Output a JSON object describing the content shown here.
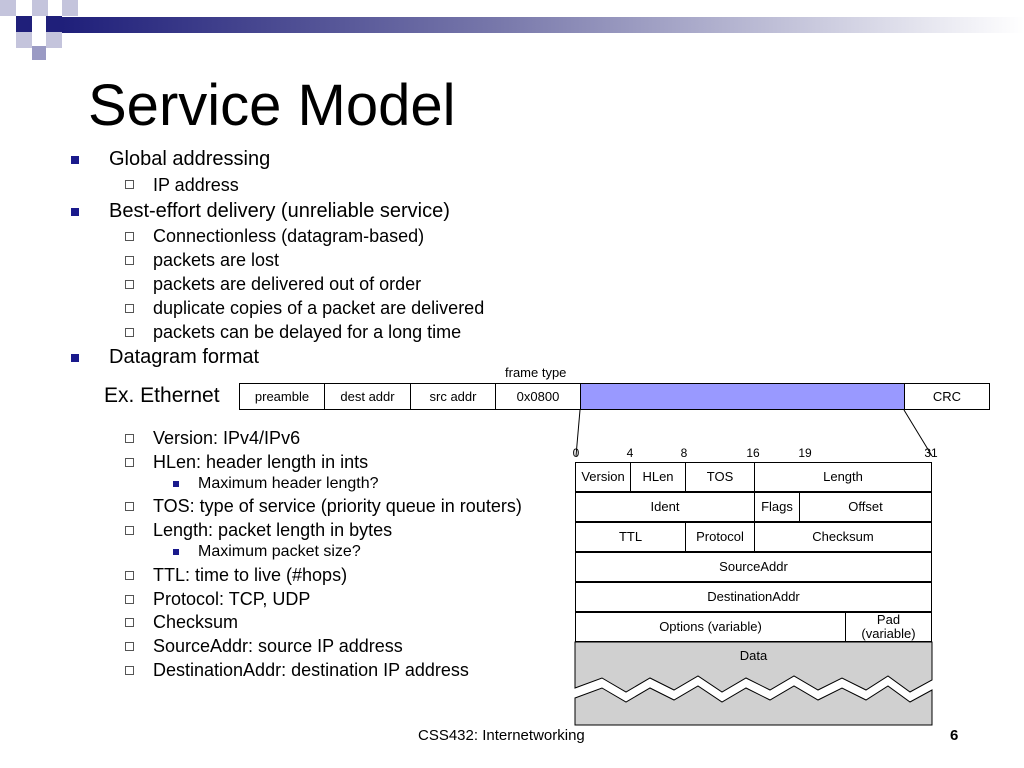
{
  "title": "Service Model",
  "bullets": [
    {
      "text": "Global addressing",
      "subs": [
        {
          "text": "IP address"
        }
      ]
    },
    {
      "text": "Best-effort delivery (unreliable service)",
      "subs": [
        {
          "text": "Connectionless (datagram-based)"
        },
        {
          "text": "packets are lost"
        },
        {
          "text": "packets are delivered out of order"
        },
        {
          "text": "duplicate copies of a packet are delivered"
        },
        {
          "text": "packets can be delayed for a long time"
        }
      ]
    },
    {
      "text": "Datagram format"
    }
  ],
  "ethernet": {
    "label": "Ex. Ethernet",
    "frame_type_label": "frame type",
    "fields": [
      "preamble",
      "dest addr",
      "src addr",
      "0x0800",
      "",
      "CRC"
    ],
    "payload_color": "#9999ff"
  },
  "fields_list": [
    {
      "text": "Version: IPv4/IPv6"
    },
    {
      "text": "HLen: header length in ints",
      "subs": [
        "Maximum header length?"
      ]
    },
    {
      "text": "TOS: type of service (priority queue in routers)"
    },
    {
      "text": "Length: packet length in bytes",
      "subs": [
        "Maximum packet size?"
      ]
    },
    {
      "text": "TTL: time to live (#hops)"
    },
    {
      "text": "Protocol: TCP, UDP"
    },
    {
      "text": "Checksum"
    },
    {
      "text": "SourceAddr: source IP address"
    },
    {
      "text": "DestinationAddr: destination IP address"
    }
  ],
  "ip_header": {
    "bit_labels": [
      "0",
      "4",
      "8",
      "16",
      "19",
      "31"
    ],
    "row1": [
      "Version",
      "HLen",
      "TOS",
      "Length"
    ],
    "row2": [
      "Ident",
      "Flags",
      "Offset"
    ],
    "row3": [
      "TTL",
      "Protocol",
      "Checksum"
    ],
    "row4": "SourceAddr",
    "row5": "DestinationAddr",
    "row6": [
      "Options (variable)",
      "Pad",
      "(variable)"
    ],
    "data": "Data",
    "data_color": "#d0d0d0"
  },
  "footer": {
    "course": "CSS432: Internetworking",
    "page": "6"
  },
  "colors": {
    "bullet": "#1a1a8c",
    "deco_dark": "#1f1f7a"
  }
}
